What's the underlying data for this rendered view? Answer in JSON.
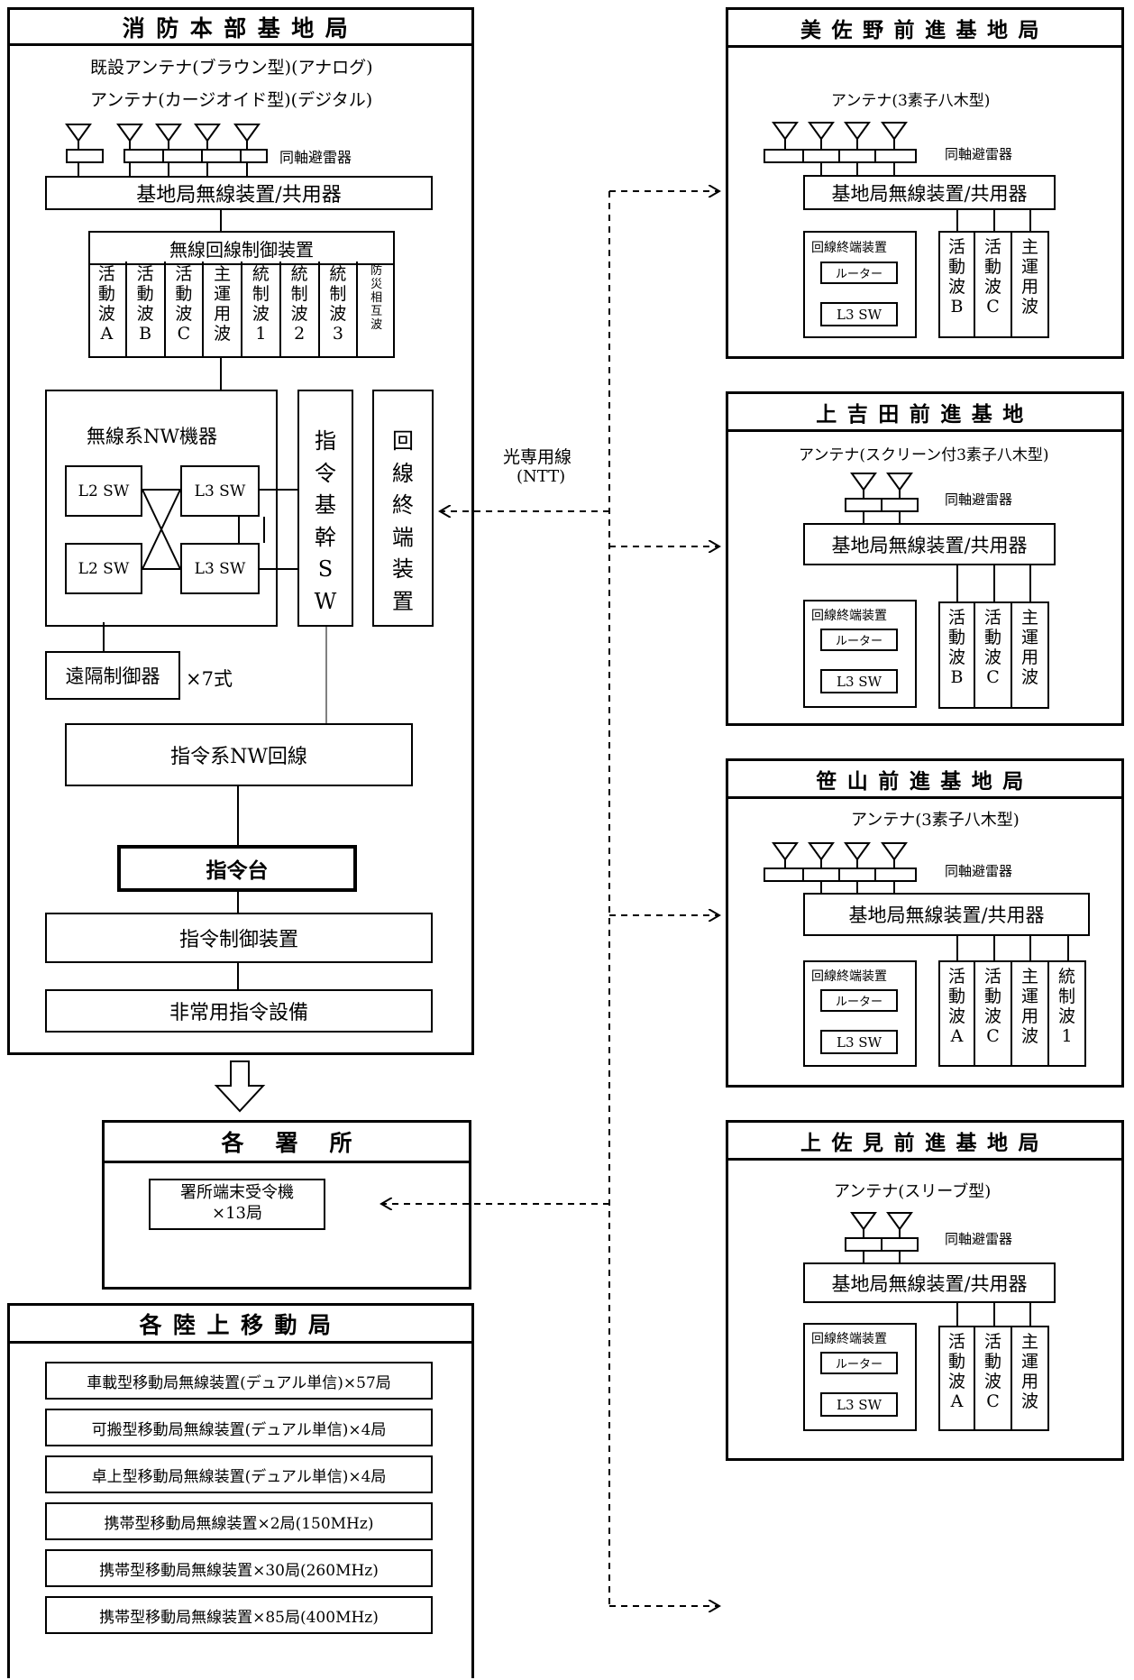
{
  "hq": {
    "title": "消防本部基地局",
    "antenna1": "既設アンテナ(ブラウン型)(アナログ)",
    "antenna2": "アンテナ(カージオイド型)(デジタル)",
    "arrester": "同軸避雷器",
    "base_radio": "基地局無線装置/共用器",
    "line_control": "無線回線制御装置",
    "channels": [
      "活動波A",
      "活動波B",
      "活動波C",
      "主運用波",
      "統制波1",
      "統制波2",
      "統制波3",
      "防災相互波"
    ],
    "nw_equipment": "無線系NW機器",
    "l2_sw": "L2 SW",
    "l3_sw": "L3 SW",
    "core_sw": "指令基幹SW",
    "line_terminal": "回線終端装置",
    "remote_ctrl": "遠隔制御器",
    "remote_count": "×7式",
    "cmd_network": "指令系NW回線",
    "cmd_console": "指令台",
    "cmd_controller": "指令制御装置",
    "emergency": "非常用指令設備"
  },
  "link": {
    "label1": "光専用線",
    "label2": "(NTT)"
  },
  "stations": {
    "misano": {
      "title": "美佐野前進基地局",
      "antenna": "アンテナ(3素子八木型)",
      "arrester": "同軸避雷器",
      "base_radio": "基地局無線装置/共用器",
      "terminal": "回線終端装置",
      "router": "ルーター",
      "l3": "L3 SW",
      "channels": [
        "活動波B",
        "活動波C",
        "主運用波"
      ]
    },
    "kamiyoshida": {
      "title": "上吉田前進基地",
      "antenna": "アンテナ(スクリーン付3素子八木型)",
      "arrester": "同軸避雷器",
      "base_radio": "基地局無線装置/共用器",
      "terminal": "回線終端装置",
      "router": "ルーター",
      "l3": "L3 SW",
      "channels": [
        "活動波B",
        "活動波C",
        "主運用波"
      ]
    },
    "sasayama": {
      "title": "笹山前進基地局",
      "antenna": "アンテナ(3素子八木型)",
      "arrester": "同軸避雷器",
      "base_radio": "基地局無線装置/共用器",
      "terminal": "回線終端装置",
      "router": "ルーター",
      "l3": "L3 SW",
      "channels": [
        "活動波A",
        "活動波C",
        "主運用波",
        "統制波1"
      ]
    },
    "kamisami": {
      "title": "上佐見前進基地局",
      "antenna": "アンテナ(スリーブ型)",
      "arrester": "同軸避雷器",
      "base_radio": "基地局無線装置/共用器",
      "terminal": "回線終端装置",
      "router": "ルーター",
      "l3": "L3 SW",
      "channels": [
        "活動波A",
        "活動波C",
        "主運用波"
      ]
    }
  },
  "branch": {
    "title": "各署所",
    "terminal1": "署所端末受令機",
    "terminal2": "×13局"
  },
  "mobile": {
    "title": "各陸上移動局",
    "items": [
      "車載型移動局無線装置(デュアル単信)×57局",
      "可搬型移動局無線装置(デュアル単信)×4局",
      "卓上型移動局無線装置(デュアル単信)×4局",
      "携帯型移動局無線装置×2局(150MHz)",
      "携帯型移動局無線装置×30局(260MHz)",
      "携帯型移動局無線装置×85局(400MHz)"
    ]
  }
}
